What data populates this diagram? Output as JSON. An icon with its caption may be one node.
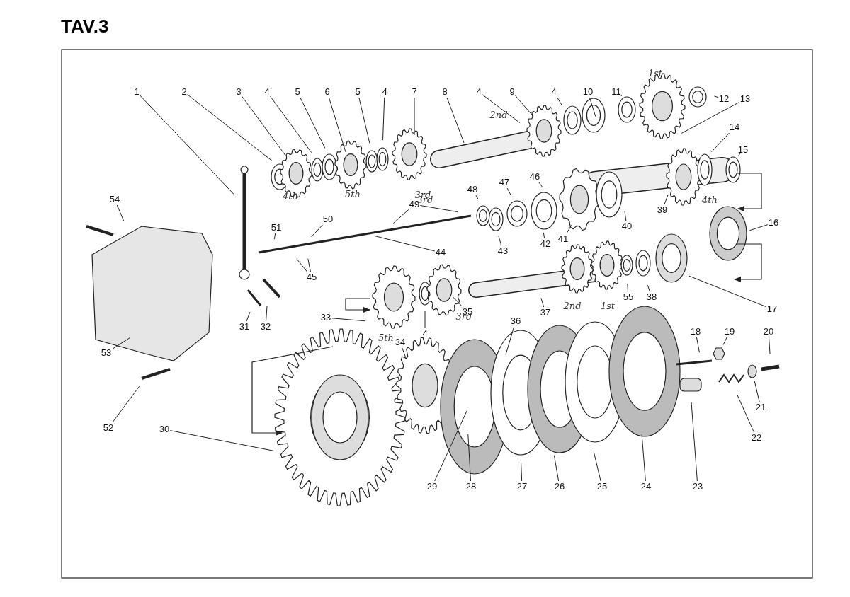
{
  "diagram": {
    "title": "TAV.3",
    "nodes": [
      {
        "text": [
          "1"
        ]
      },
      {
        "text": [
          "2"
        ]
      },
      {
        "text": [
          "3"
        ]
      },
      {
        "text": [
          "4"
        ]
      },
      {
        "text": [
          "5"
        ]
      },
      {
        "text": [
          "6"
        ]
      },
      {
        "text": [
          "5"
        ]
      },
      {
        "text": [
          "4"
        ]
      },
      {
        "text": [
          "7"
        ]
      },
      {
        "text": [
          "8"
        ]
      },
      {
        "text": [
          "4"
        ]
      },
      {
        "text": [
          "9"
        ]
      },
      {
        "text": [
          "4"
        ]
      },
      {
        "text": [
          "10"
        ]
      },
      {
        "text": [
          "11"
        ]
      },
      {
        "text": [
          "12"
        ]
      },
      {
        "text": [
          "13"
        ]
      },
      {
        "text": [
          "54"
        ]
      },
      {
        "text": [
          "14"
        ]
      },
      {
        "text": [
          "15"
        ]
      },
      {
        "text": [
          "48"
        ]
      },
      {
        "text": [
          "47"
        ]
      },
      {
        "text": [
          "46"
        ]
      },
      {
        "text": [
          "49"
        ]
      },
      {
        "text": [
          "50"
        ]
      },
      {
        "text": [
          "39"
        ]
      },
      {
        "text": [
          "51"
        ]
      },
      {
        "text": [
          "40"
        ]
      },
      {
        "text": [
          "16"
        ]
      },
      {
        "text": [
          "41"
        ]
      },
      {
        "text": [
          "42"
        ]
      },
      {
        "text": [
          "43"
        ]
      },
      {
        "text": [
          "44"
        ]
      },
      {
        "text": [
          "45"
        ]
      },
      {
        "text": [
          "38"
        ]
      },
      {
        "text": [
          "55"
        ]
      },
      {
        "text": [
          "17"
        ]
      },
      {
        "text": [
          "37"
        ]
      },
      {
        "text": [
          "35"
        ]
      },
      {
        "text": [
          "33"
        ]
      },
      {
        "text": [
          "4"
        ]
      },
      {
        "text": [
          "36"
        ]
      },
      {
        "text": [
          "31"
        ]
      },
      {
        "text": [
          "32"
        ]
      },
      {
        "text": [
          "18"
        ]
      },
      {
        "text": [
          "19"
        ]
      },
      {
        "text": [
          "20"
        ]
      },
      {
        "text": [
          "34"
        ]
      },
      {
        "text": [
          "53"
        ]
      },
      {
        "text": [
          "21"
        ]
      },
      {
        "text": [
          "52"
        ]
      },
      {
        "text": [
          "30"
        ]
      },
      {
        "text": [
          "22"
        ]
      },
      {
        "text": [
          "29"
        ]
      },
      {
        "text": [
          "28"
        ]
      },
      {
        "text": [
          "27"
        ]
      },
      {
        "text": [
          "26"
        ]
      },
      {
        "text": [
          "25"
        ]
      },
      {
        "text": [
          "24"
        ]
      },
      {
        "text": [
          "23"
        ]
      }
    ],
    "edges": [
      {
        "from": 0,
        "to": null,
        "arrow": "none"
      },
      {
        "from": 1,
        "to": null,
        "arrow": "none"
      },
      {
        "from": 2,
        "to": null,
        "arrow": "none"
      },
      {
        "from": 3,
        "to": null,
        "arrow": "none"
      },
      {
        "from": 4,
        "to": null,
        "arrow": "none"
      },
      {
        "from": 5,
        "to": null,
        "arrow": "none"
      },
      {
        "from": 6,
        "to": null,
        "arrow": "none"
      },
      {
        "from": 7,
        "to": null,
        "arrow": "none"
      },
      {
        "from": 8,
        "to": null,
        "arrow": "none"
      },
      {
        "from": 9,
        "to": null,
        "arrow": "none"
      },
      {
        "from": 10,
        "to": null,
        "arrow": "none"
      },
      {
        "from": 11,
        "to": null,
        "arrow": "none"
      },
      {
        "from": 12,
        "to": null,
        "arrow": "none"
      },
      {
        "from": 13,
        "to": null,
        "arrow": "none"
      },
      {
        "from": 14,
        "to": null,
        "arrow": "none"
      },
      {
        "from": 15,
        "to": null,
        "arrow": "none"
      },
      {
        "from": 16,
        "to": null,
        "arrow": "none"
      },
      {
        "from": 17,
        "to": null,
        "arrow": "none"
      },
      {
        "from": 18,
        "to": null,
        "arrow": "none"
      },
      {
        "from": 19,
        "to": null,
        "arrow": "none"
      },
      {
        "from": 20,
        "to": null,
        "arrow": "none"
      },
      {
        "from": 21,
        "to": null,
        "arrow": "none"
      },
      {
        "from": 22,
        "to": null,
        "arrow": "none"
      },
      {
        "from": 23,
        "to": null,
        "arrow": "none"
      },
      {
        "from": 23,
        "to": null,
        "arrow": "none"
      },
      {
        "from": 24,
        "to": null,
        "arrow": "none"
      },
      {
        "from": 25,
        "to": null,
        "arrow": "none"
      },
      {
        "from": 26,
        "to": null,
        "arrow": "none"
      },
      {
        "from": 27,
        "to": null,
        "arrow": "none"
      },
      {
        "from": 28,
        "to": null,
        "arrow": "none"
      },
      {
        "from": 29,
        "to": null,
        "arrow": "none"
      },
      {
        "from": 30,
        "to": null,
        "arrow": "none"
      },
      {
        "from": 31,
        "to": null,
        "arrow": "none"
      },
      {
        "from": 32,
        "to": null,
        "arrow": "none"
      },
      {
        "from": 33,
        "to": null,
        "arrow": "none"
      },
      {
        "from": 33,
        "to": null,
        "arrow": "none"
      },
      {
        "from": 34,
        "to": null,
        "arrow": "none"
      },
      {
        "from": 35,
        "to": null,
        "arrow": "none"
      },
      {
        "from": 36,
        "to": null,
        "arrow": "none"
      },
      {
        "from": 37,
        "to": null,
        "arrow": "none"
      },
      {
        "from": 38,
        "to": null,
        "arrow": "none"
      },
      {
        "from": 39,
        "to": null,
        "arrow": "none"
      },
      {
        "from": 40,
        "to": null,
        "arrow": "none"
      },
      {
        "from": 41,
        "to": null,
        "arrow": "none"
      },
      {
        "from": 42,
        "to": null,
        "arrow": "none"
      },
      {
        "from": 43,
        "to": null,
        "arrow": "none"
      },
      {
        "from": 44,
        "to": null,
        "arrow": "none"
      },
      {
        "from": 45,
        "to": null,
        "arrow": "none"
      },
      {
        "from": 46,
        "to": null,
        "arrow": "none"
      },
      {
        "from": 47,
        "to": null,
        "arrow": "none"
      },
      {
        "from": 48,
        "to": null,
        "arrow": "none"
      },
      {
        "from": 49,
        "to": null,
        "arrow": "none"
      },
      {
        "from": 50,
        "to": null,
        "arrow": "none"
      },
      {
        "from": 51,
        "to": null,
        "arrow": "none"
      },
      {
        "from": 52,
        "to": null,
        "arrow": "none"
      },
      {
        "from": 53,
        "to": null,
        "arrow": "none"
      },
      {
        "from": 54,
        "to": null,
        "arrow": "none"
      },
      {
        "from": 55,
        "to": null,
        "arrow": "none"
      },
      {
        "from": 56,
        "to": null,
        "arrow": "none"
      },
      {
        "from": 57,
        "to": null,
        "arrow": "none"
      },
      {
        "from": 58,
        "to": null,
        "arrow": "none"
      },
      {
        "from": 59,
        "to": null,
        "arrow": "none"
      }
    ],
    "labels": [
      "1st",
      "2nd",
      "4th",
      "5th",
      "3rd",
      "4th",
      "3rd",
      "2nd",
      "1st",
      "3rd",
      "5th"
    ]
  }
}
